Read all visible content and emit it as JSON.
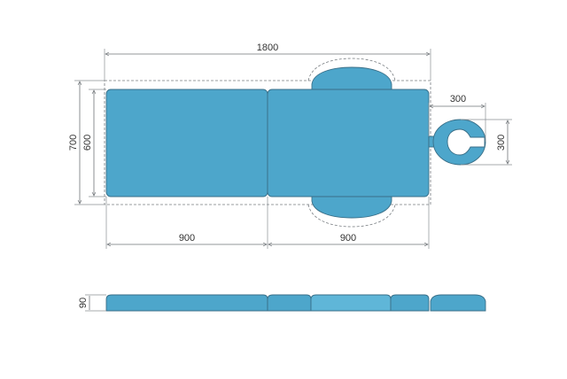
{
  "colors": {
    "pad_fill": "#4da6cb",
    "pad_fill_light": "#5fb6d8",
    "pad_stroke": "#3a6f88",
    "dimension_line": "#6f7478",
    "text": "#333333",
    "background": "#ffffff"
  },
  "dimensions": {
    "overall_length": "1800",
    "overall_width": "700",
    "inner_width": "600",
    "section_left_length": "900",
    "section_right_length": "900",
    "headrest_length": "300",
    "headrest_width": "300",
    "thickness": "90"
  }
}
